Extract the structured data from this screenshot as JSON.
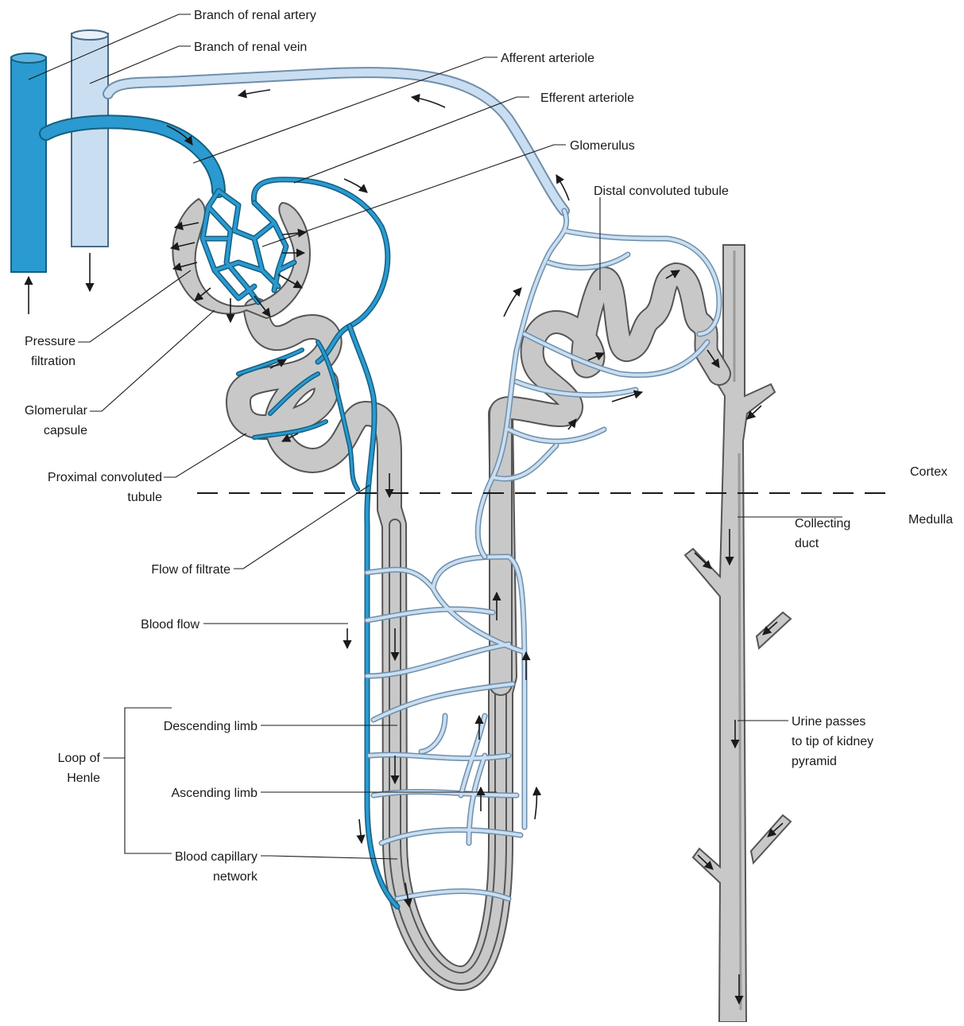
{
  "labels": {
    "renal_artery": "Branch of renal artery",
    "renal_vein": "Branch of renal vein",
    "afferent": "Afferent arteriole",
    "efferent": "Efferent arteriole",
    "glomerulus": "Glomerulus",
    "distal": "Distal convoluted tubule",
    "pressure_1": "Pressure",
    "pressure_2": "filtration",
    "capsule_1": "Glomerular",
    "capsule_2": "capsule",
    "proximal_1": "Proximal convoluted",
    "proximal_2": "tubule",
    "cortex": "Cortex",
    "medulla": "Medulla",
    "collecting_1": "Collecting",
    "collecting_2": "duct",
    "filtrate": "Flow of filtrate",
    "blood_flow": "Blood flow",
    "loop_1": "Loop of",
    "loop_2": "Henle",
    "descending": "Descending limb",
    "ascending": "Ascending limb",
    "capillary_1": "Blood capillary",
    "capillary_2": "network",
    "urine_1": "Urine passes",
    "urine_2": "to tip of kidney",
    "urine_3": "pyramid"
  },
  "colors": {
    "artery": "#2a9ad0",
    "vein": "#c9def1",
    "tubule": "#c8c8c8",
    "outline": "#555555"
  }
}
